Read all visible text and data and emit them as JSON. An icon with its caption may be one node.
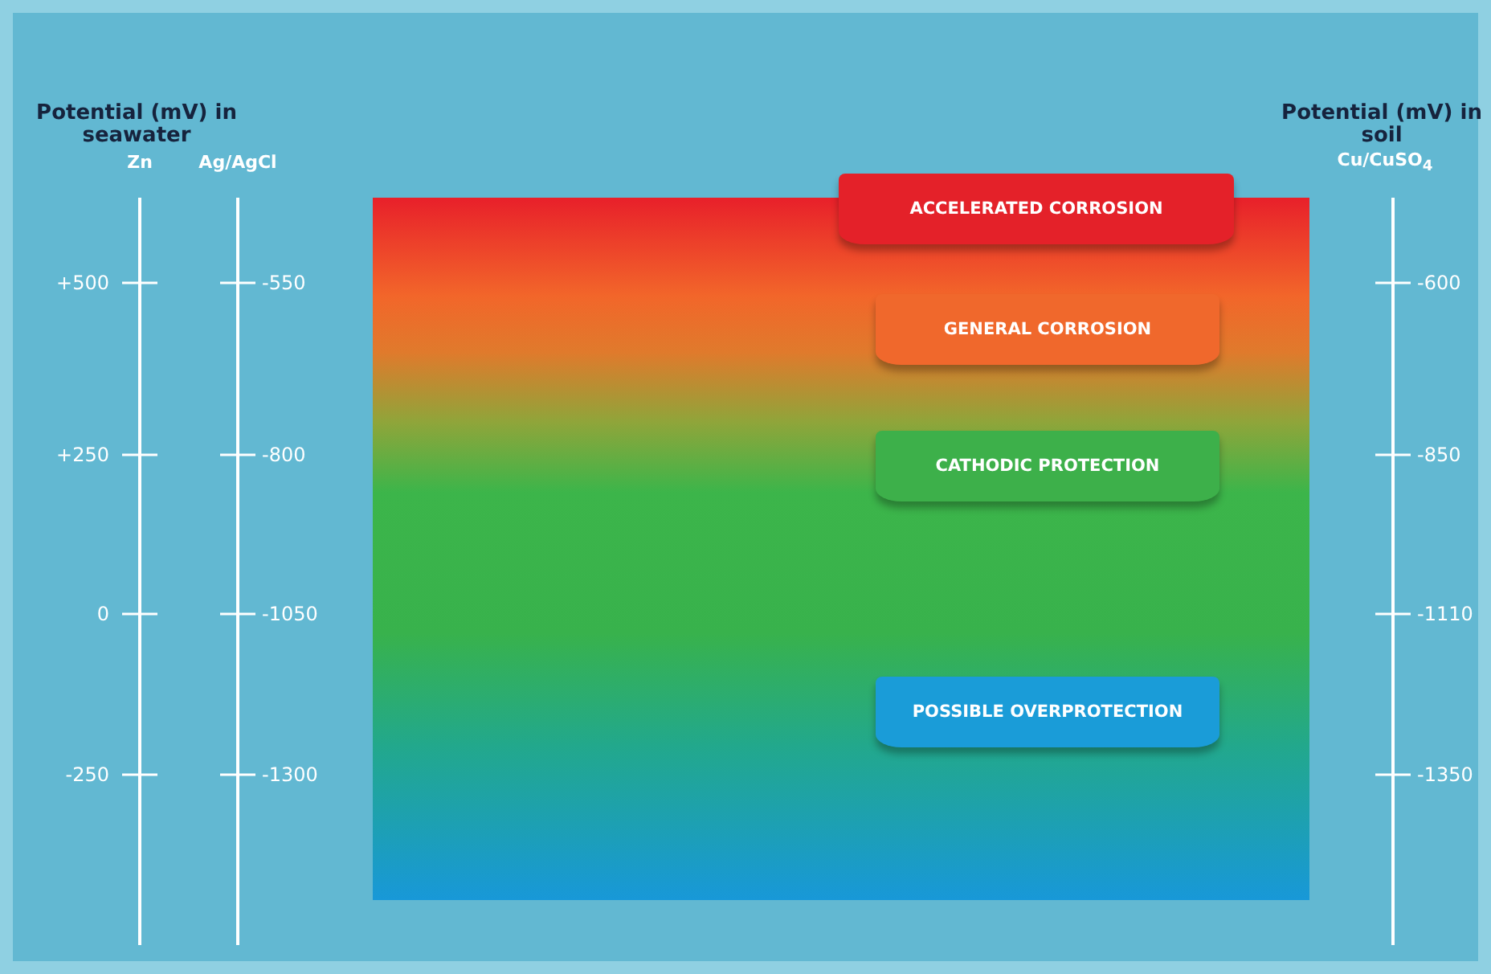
{
  "diagram": {
    "nodes": [
      {
        "text": [
          "ACCELERATED CORROSION"
        ]
      },
      {
        "text": [
          "GENERAL CORROSION"
        ]
      },
      {
        "text": [
          "CATHODIC PROTECTION"
        ]
      },
      {
        "text": [
          "POSSIBLE OVERPROTECTION"
        ]
      }
    ],
    "edges": [],
    "labels": [
      "Potential (mV) in seawater",
      "Zn",
      "Ag/AgCl",
      "Potential (mV) in soil",
      "Cu/CuSO$_{4}$",
      "+500",
      "-550",
      "-600",
      "+250",
      "-800",
      "-850",
      "0",
      "-1050",
      "-1110",
      "-250",
      "-1300",
      "-1350"
    ]
  }
}
